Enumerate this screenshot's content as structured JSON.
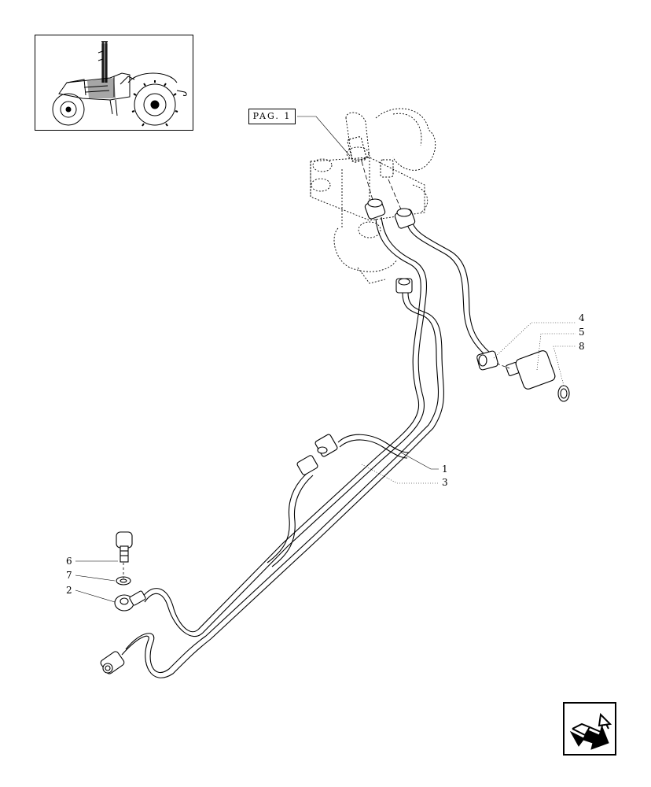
{
  "thumbnail": {
    "icon": "tractor-icon"
  },
  "reference_label": "PAG. 1",
  "callouts": [
    {
      "id": "c1",
      "text": "1"
    },
    {
      "id": "c3",
      "text": "3"
    },
    {
      "id": "c4",
      "text": "4"
    },
    {
      "id": "c5",
      "text": "5"
    },
    {
      "id": "c8",
      "text": "8"
    },
    {
      "id": "c6",
      "text": "6"
    },
    {
      "id": "c7",
      "text": "7"
    },
    {
      "id": "c2",
      "text": "2"
    }
  ],
  "nav": {
    "icon": "return-arrow-icon"
  }
}
